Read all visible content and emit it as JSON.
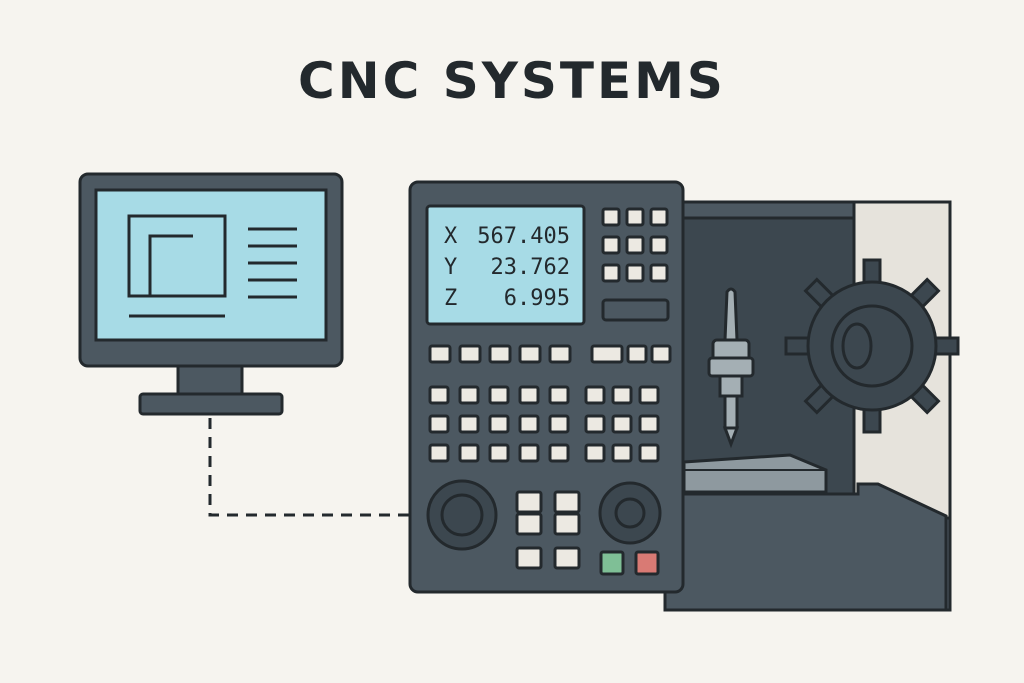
{
  "title": "CNC SYSTEMS",
  "readout": {
    "axes": [
      {
        "axis": "X",
        "value": "567.405"
      },
      {
        "axis": "Y",
        "value": "23.762"
      },
      {
        "axis": "Z",
        "value": "6.995"
      }
    ]
  },
  "colors": {
    "background": "#f6f4ef",
    "outline": "#23292d",
    "panel": "#4c5861",
    "screen": "#a7dbe6",
    "key": "#ece9e2",
    "start_button": "#7fbf96",
    "stop_button": "#d97a74",
    "machine_interior": "#3c474f"
  },
  "icons": {
    "computer": "monitor-icon",
    "cable": "dashed-connection",
    "controller": "cnc-control-panel",
    "machine": "cnc-lathe"
  }
}
